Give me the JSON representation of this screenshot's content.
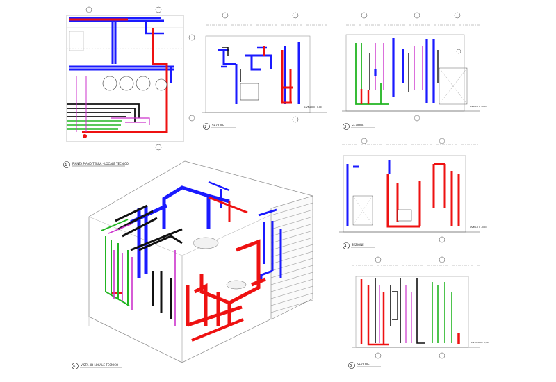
{
  "colors": {
    "blue": "#1a1aff",
    "red": "#ee1111",
    "green": "#22b522",
    "magenta": "#cc33cc",
    "black": "#111111",
    "line": "#777777"
  },
  "views": [
    {
      "number": "1",
      "title": "PIANTA PIANO TERRA - LOCALE TECNICO"
    },
    {
      "number": "2",
      "title": "SEZIONE"
    },
    {
      "number": "3",
      "title": "SEZIONE"
    },
    {
      "number": "4",
      "title": "SEZIONE"
    },
    {
      "number": "5",
      "title": "SEZIONE"
    },
    {
      "number": "6",
      "title": "VISTA 3D LOCALE TECNICO"
    }
  ],
  "level_label": "LIVELLO 0 - 0,00"
}
